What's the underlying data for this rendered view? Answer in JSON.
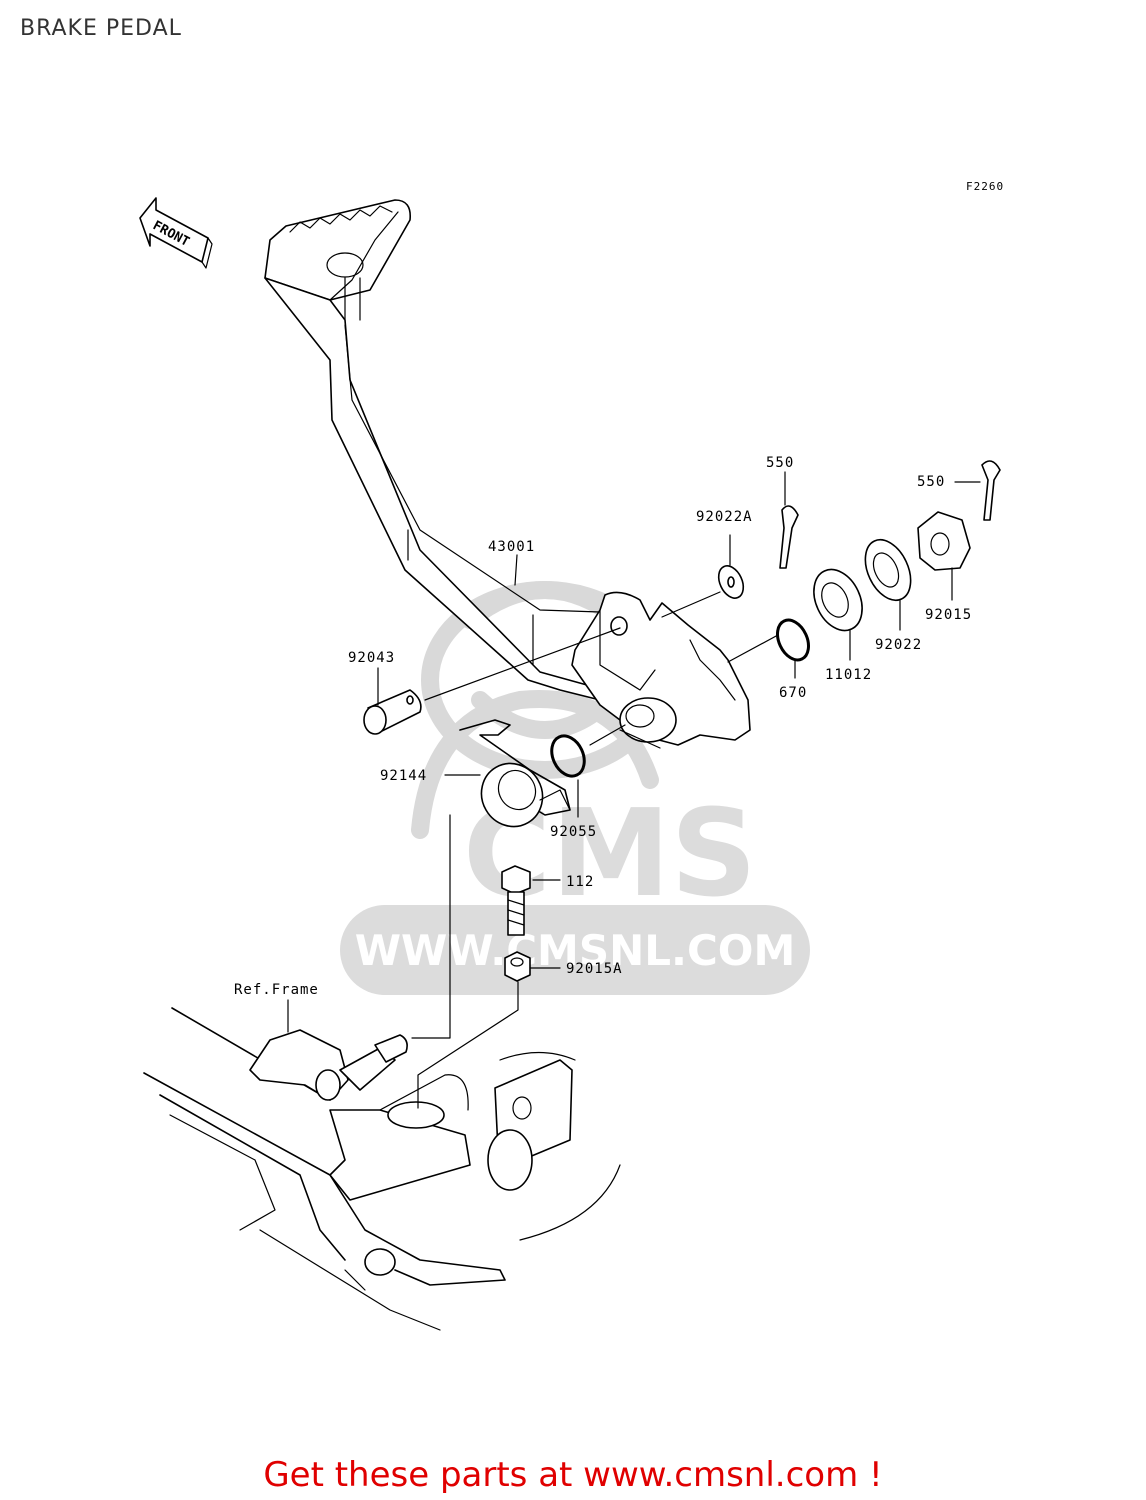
{
  "title": "BRAKE PEDAL",
  "figure_code": "F2260",
  "front_label": "FRONT",
  "callouts": {
    "c43001": "43001",
    "c92043": "92043",
    "c92022A": "92022A",
    "c550a": "550",
    "c550b": "550",
    "c92015": "92015",
    "c92022": "92022",
    "c11012": "11012",
    "c670": "670",
    "c92144": "92144",
    "c92055": "92055",
    "c112": "112",
    "c92015A": "92015A",
    "ref_frame": "Ref.Frame"
  },
  "watermark": {
    "logo": "CMS",
    "url": "WWW.CMSNL.COM"
  },
  "footer": "Get these parts at www.cmsnl.com !",
  "colors": {
    "footer": "#e00000",
    "watermark": "#d9d9d9"
  }
}
